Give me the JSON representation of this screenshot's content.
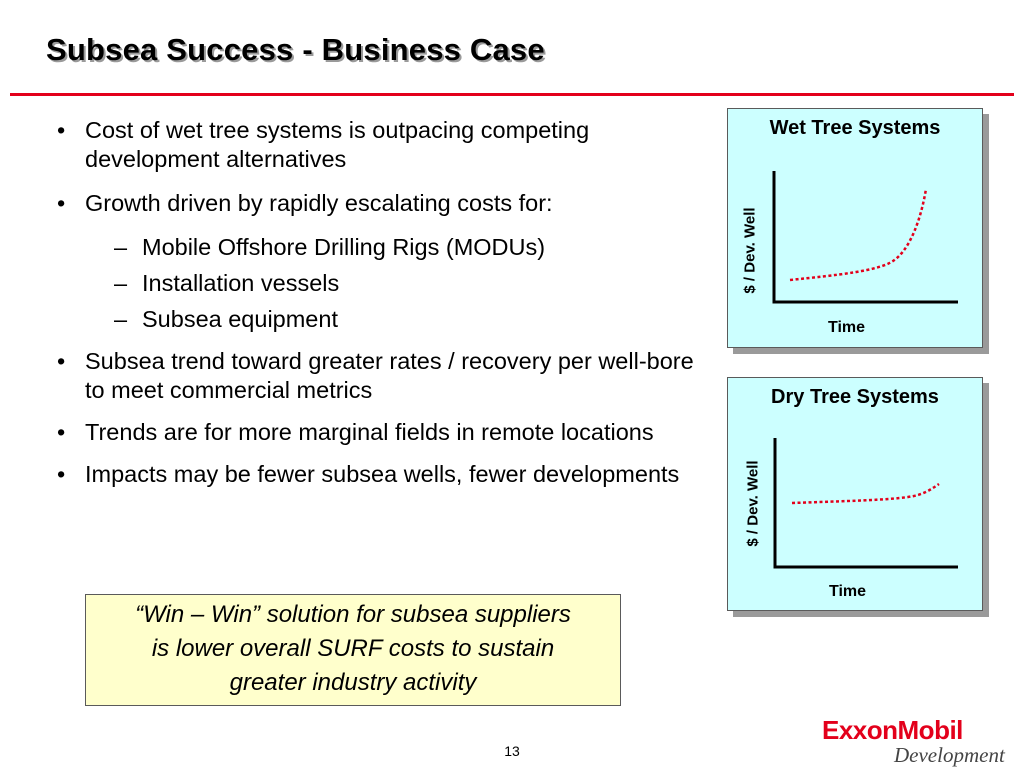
{
  "slide": {
    "title": "Subsea Success - Business Case",
    "page_number": "13"
  },
  "bullets": [
    "Cost of wet tree systems is outpacing competing development alternatives",
    "Growth driven by rapidly escalating costs for:",
    "Subsea trend toward greater rates / recovery per well-bore to meet commercial metrics",
    "Trends are for more marginal fields in remote locations",
    "Impacts may be fewer subsea wells, fewer developments"
  ],
  "sub_bullets": [
    "Mobile Offshore Drilling Rigs (MODUs)",
    "Installation vessels",
    "Subsea equipment"
  ],
  "markers": {
    "bullet": "•",
    "dash": "–"
  },
  "callout": {
    "line1": "“Win – Win” solution for subsea suppliers",
    "line2": "is lower overall SURF costs to sustain",
    "line3": "greater industry activity"
  },
  "panels": {
    "wet": {
      "title": "Wet Tree Systems",
      "ylabel": "$ / Dev. Well",
      "xlabel": "Time"
    },
    "dry": {
      "title": "Dry Tree Systems",
      "ylabel": "$ / Dev. Well",
      "xlabel": "Time"
    }
  },
  "logo": {
    "brand": "ExxonMobil",
    "division": "Development"
  },
  "colors": {
    "accent_red": "#e3001b",
    "panel_fill": "#ccffff",
    "callout_fill": "#ffffcc",
    "trend_line": "#e3001b"
  }
}
